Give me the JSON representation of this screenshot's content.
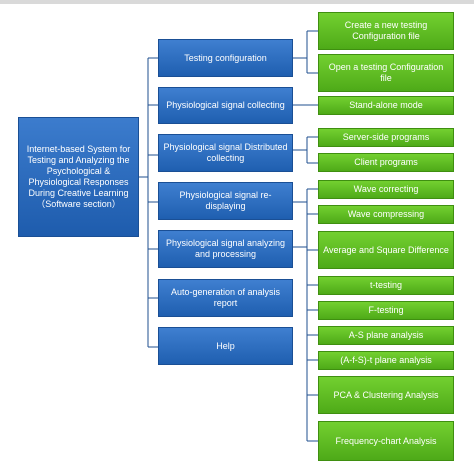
{
  "root": {
    "label": "Internet-based System for Testing and Analyzing the Psychological & Physiological Responses During Creative Learning（Software section）"
  },
  "modules": [
    {
      "label": "Testing configuration"
    },
    {
      "label": "Physiological signal collecting"
    },
    {
      "label": "Physiological signal Distributed collecting"
    },
    {
      "label": "Physiological signal re-displaying"
    },
    {
      "label": "Physiological signal analyzing and processing"
    },
    {
      "label": "Auto-generation of analysis report"
    },
    {
      "label": "Help"
    }
  ],
  "functions": [
    {
      "label": "Create a new testing Configuration file"
    },
    {
      "label": "Open a testing Configuration file"
    },
    {
      "label": "Stand-alone mode"
    },
    {
      "label": "Server-side programs"
    },
    {
      "label": "Client programs"
    },
    {
      "label": "Wave correcting"
    },
    {
      "label": "Wave compressing"
    },
    {
      "label": "Average and Square Difference"
    },
    {
      "label": "t-testing"
    },
    {
      "label": "F-testing"
    },
    {
      "label": "A-S plane analysis"
    },
    {
      "label": "(A-f-S)-t plane analysis"
    },
    {
      "label": "PCA & Clustering Analysis"
    },
    {
      "label": "Frequency-chart Analysis"
    }
  ]
}
